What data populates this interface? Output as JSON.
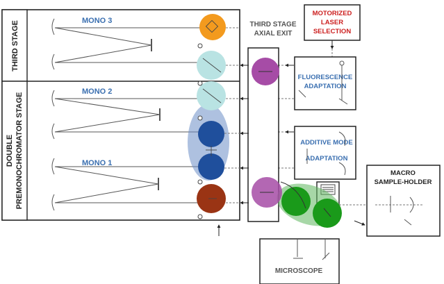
{
  "labels": {
    "third_stage": "THIRD STAGE",
    "double_stage_line1": "DOUBLE",
    "double_stage_line2": "PREMONOCHROMATOR STAGE",
    "mono3": "MONO 3",
    "mono2": "MONO 2",
    "mono1": "MONO 1",
    "third_exit_line1": "THIRD STAGE",
    "third_exit_line2": "AXIAL EXIT",
    "laser_line1": "MOTORIZED",
    "laser_line2": "LASER",
    "laser_line3": "SELECTION",
    "fluor_line1": "FLUORESCENCE",
    "fluor_line2": "ADAPTATION",
    "additive_line1": "ADDITIVE MODE",
    "additive_line2": "ADAPTATION",
    "macro_line1": "MACRO",
    "macro_line2": "SAMPLE-HOLDER",
    "microscope": "MICROSCOPE"
  },
  "colors": {
    "blue_text": "#3a6fb0",
    "red_text": "#cc1f1f",
    "orange": "#f39a1e",
    "teal": "#b9e3e3",
    "navy": "#1f4f9c",
    "brick": "#9a3414",
    "purple": "#a64ca6",
    "green": "#1a9a1a"
  }
}
